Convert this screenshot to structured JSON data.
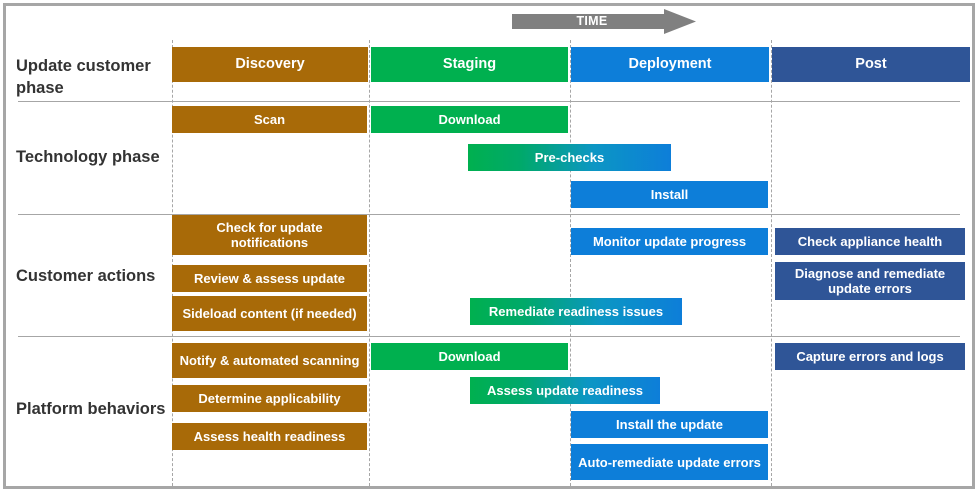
{
  "diagram": {
    "title_arrow": "TIME",
    "colors": {
      "discovery": "#a86a08",
      "staging": "#00b04f",
      "deployment": "#0d7ed9",
      "post": "#2f5597",
      "arrow": "#808080",
      "border": "#a6a6a6",
      "label_text": "#333333"
    },
    "columns": [
      {
        "label": "Discovery",
        "color": "#a86a08"
      },
      {
        "label": "Staging",
        "color": "#00b04f"
      },
      {
        "label": "Deployment",
        "color": "#0d7ed9"
      },
      {
        "label": "Post",
        "color": "#2f5597"
      }
    ],
    "rows": [
      {
        "label": "Update customer phase",
        "bars": [
          {
            "text": "Discovery",
            "color": "discovery"
          },
          {
            "text": "Staging",
            "color": "staging"
          },
          {
            "text": "Deployment",
            "color": "deployment"
          },
          {
            "text": "Post",
            "color": "post"
          }
        ]
      },
      {
        "label": "Technology phase",
        "bars": [
          {
            "text": "Scan",
            "color": "discovery"
          },
          {
            "text": "Download",
            "color": "staging"
          },
          {
            "text": "Pre-checks",
            "color": "staging-to-deployment"
          },
          {
            "text": "Install",
            "color": "deployment"
          }
        ]
      },
      {
        "label": "Customer actions",
        "bars": [
          {
            "text": "Check for update notifications",
            "color": "discovery"
          },
          {
            "text": "Review & assess update",
            "color": "discovery"
          },
          {
            "text": "Sideload content (if needed)",
            "color": "discovery"
          },
          {
            "text": "Monitor update progress",
            "color": "deployment"
          },
          {
            "text": "Check appliance health",
            "color": "post"
          },
          {
            "text": "Diagnose and remediate update errors",
            "color": "post"
          },
          {
            "text": "Remediate readiness issues",
            "color": "staging-to-deployment"
          }
        ]
      },
      {
        "label": "Platform behaviors",
        "bars": [
          {
            "text": "Notify & automated scanning",
            "color": "discovery"
          },
          {
            "text": "Determine applicability",
            "color": "discovery"
          },
          {
            "text": "Assess health readiness",
            "color": "discovery"
          },
          {
            "text": "Download",
            "color": "staging"
          },
          {
            "text": "Assess update readiness",
            "color": "staging-to-deployment"
          },
          {
            "text": "Install  the update",
            "color": "deployment"
          },
          {
            "text": "Auto-remediate update errors",
            "color": "deployment"
          },
          {
            "text": "Capture errors and logs",
            "color": "post"
          }
        ]
      }
    ]
  }
}
